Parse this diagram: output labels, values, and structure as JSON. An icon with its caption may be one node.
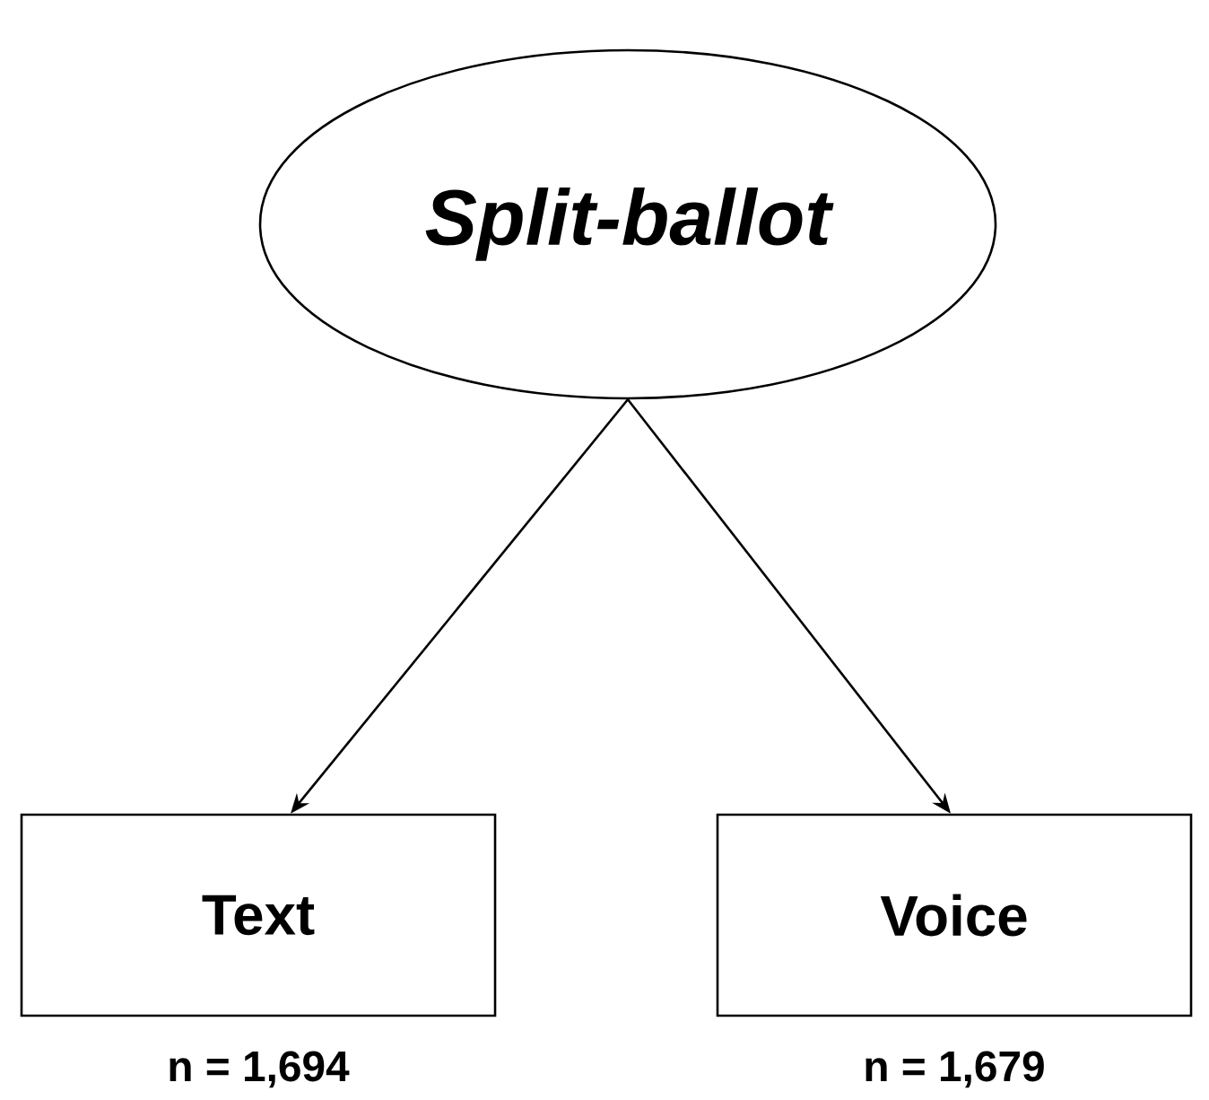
{
  "diagram": {
    "nodes": [
      {
        "text": [
          "Split-ballot"
        ]
      },
      {
        "text": [
          "Text"
        ],
        "beside": [
          "n = 1,694"
        ]
      },
      {
        "text": [
          "Voice"
        ],
        "beside": [
          "n = 1,679"
        ]
      }
    ],
    "edges": [
      {
        "from": 0,
        "to": 1,
        "arrow": "to"
      },
      {
        "from": 0,
        "to": 2,
        "arrow": "to"
      }
    ]
  }
}
